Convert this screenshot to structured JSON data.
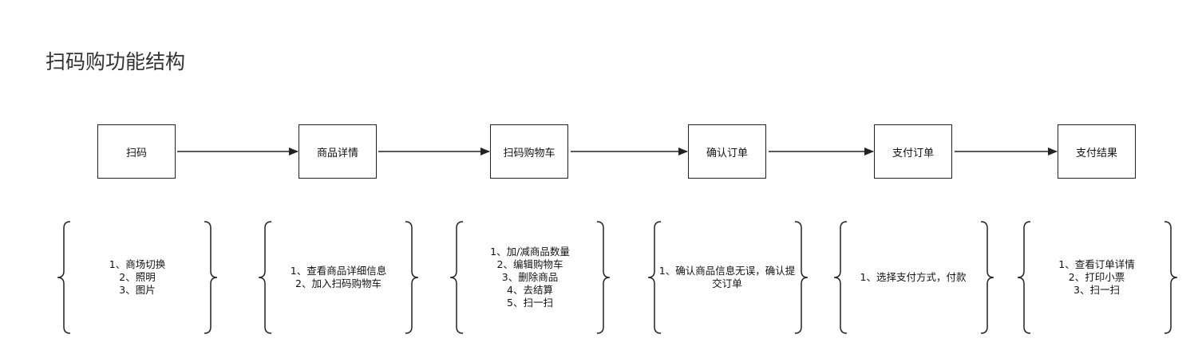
{
  "title": "扫码购功能结构",
  "steps": [
    {
      "label": "扫码"
    },
    {
      "label": "商品详情"
    },
    {
      "label": "扫码购物车"
    },
    {
      "label": "确认订单"
    },
    {
      "label": "支付订单"
    },
    {
      "label": "支付结果"
    }
  ],
  "details": [
    {
      "lines": [
        "1、商场切换",
        "2、照明",
        "3、图片"
      ]
    },
    {
      "lines": [
        "1、查看商品详细信息",
        "2、加入扫码购物车"
      ]
    },
    {
      "lines": [
        "1、加/减商品数量",
        "2、编辑购物车",
        "3、删除商品",
        "4、去结算",
        "5、扫一扫"
      ]
    },
    {
      "lines": [
        "1、确认商品信息无误，确认提",
        "交订单"
      ]
    },
    {
      "lines": [
        "1、选择支付方式，付款"
      ]
    },
    {
      "lines": [
        "1、查看订单详情",
        "2、打印小票",
        "3、扫一扫"
      ]
    }
  ],
  "colors": {
    "stroke": "#222222",
    "background": "#ffffff"
  }
}
